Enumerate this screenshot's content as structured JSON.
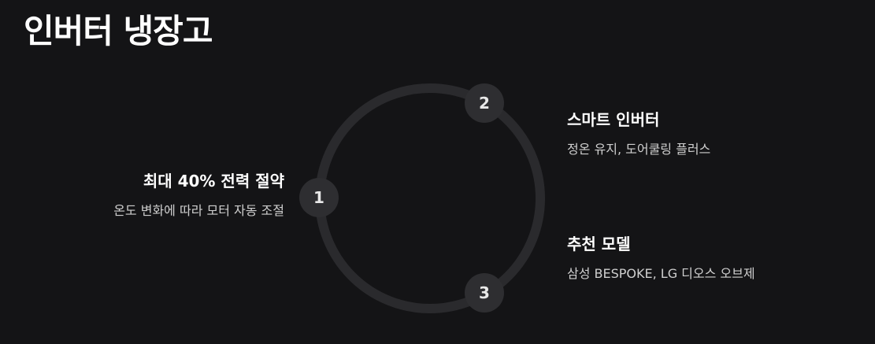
{
  "title": "인버터 냉장고",
  "steps": [
    {
      "number": "1",
      "title": "최대 40% 전력 절약",
      "desc": "온도 변화에 따라 모터 자동 조절"
    },
    {
      "number": "2",
      "title": "스마트 인버터",
      "desc": "정온 유지, 도어쿨링 플러스"
    },
    {
      "number": "3",
      "title": "추천 모델",
      "desc": "삼성 BESPOKE, LG 디오스 오브제"
    }
  ],
  "colors": {
    "background": "#141416",
    "ring": "#2a2a2d",
    "node": "#2e2e31",
    "text": "#ffffff",
    "muted": "#cfcfcf"
  }
}
